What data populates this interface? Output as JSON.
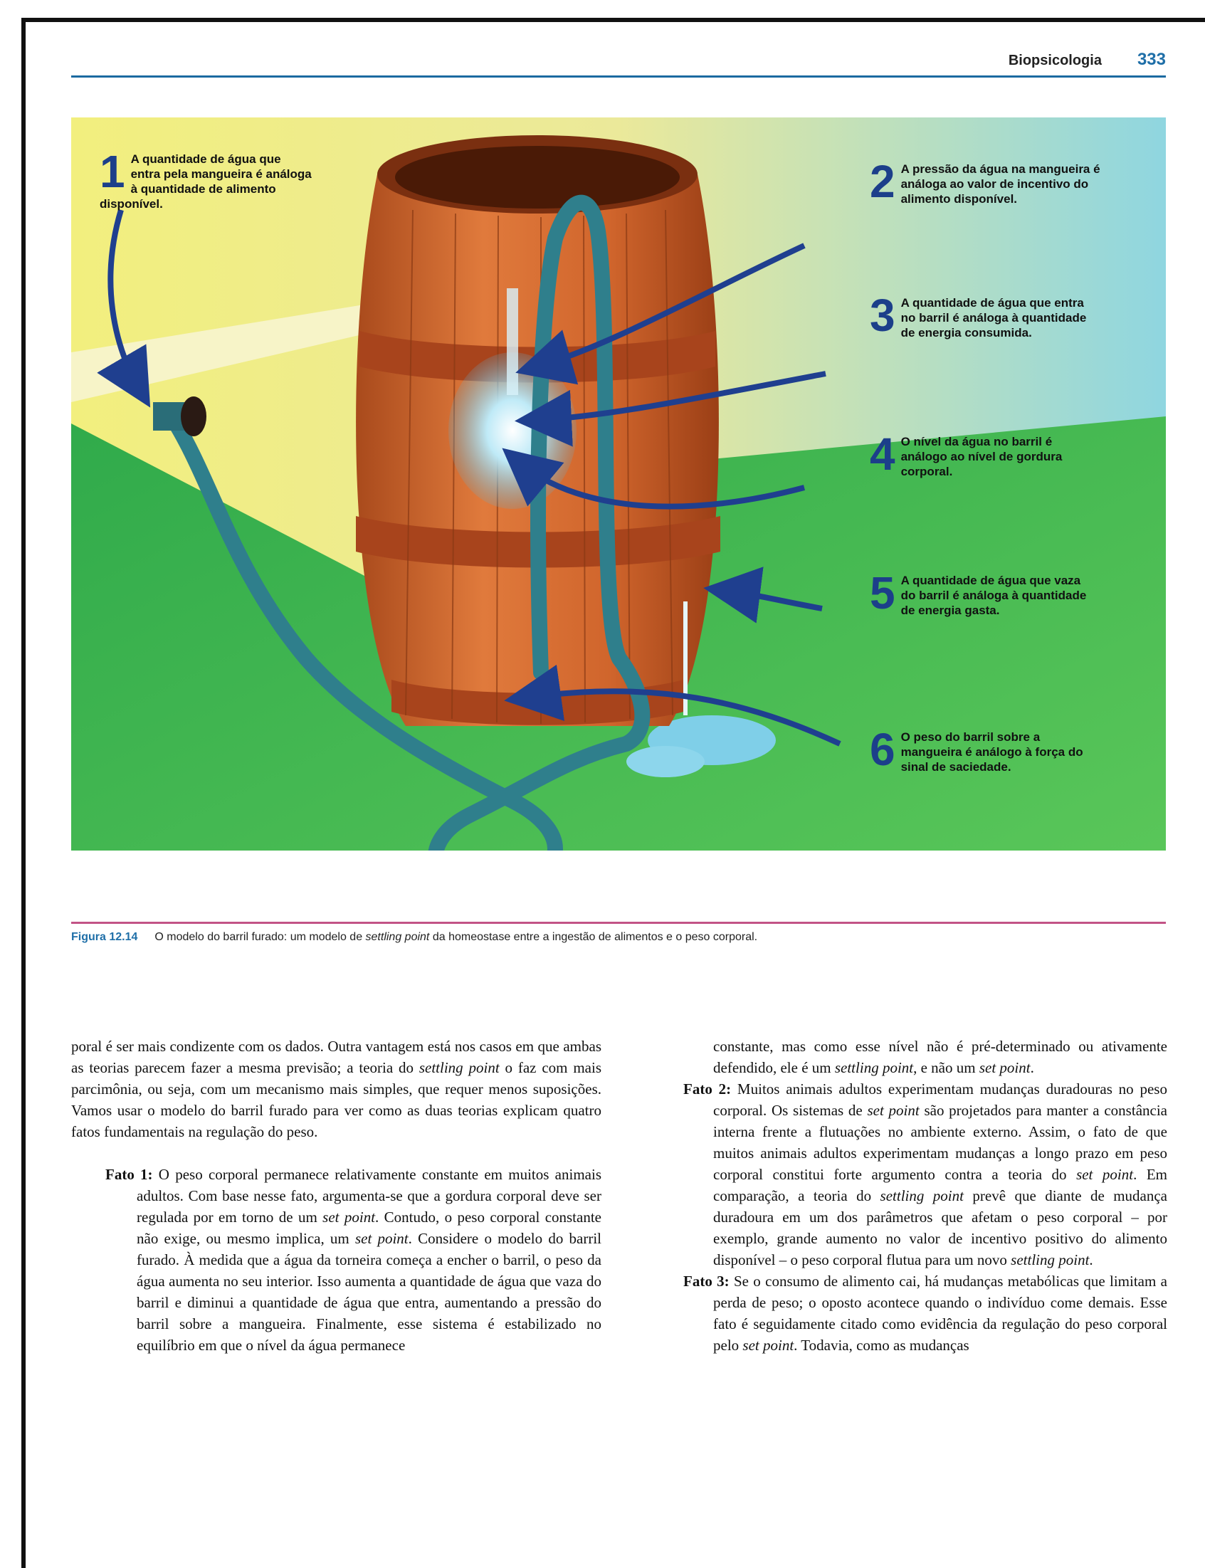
{
  "header": {
    "section": "Biopsicologia",
    "page_number": "333"
  },
  "figure": {
    "callouts": [
      {
        "number": "1",
        "text": "A quantidade de água que entra pela mangueira é análoga à quantidade de alimento disponível."
      },
      {
        "number": "2",
        "text": "A pressão da água na mangueira é análoga ao valor de incentivo do alimento disponível."
      },
      {
        "number": "3",
        "text": "A quantidade de água que entra no barril é análoga à quantidade de energia consumida."
      },
      {
        "number": "4",
        "text": "O nível da água no barril é análogo ao nível de gordura corporal."
      },
      {
        "number": "5",
        "text": "A quantidade de água que vaza do barril é análoga à quantidade de energia gasta."
      },
      {
        "number": "6",
        "text": "O peso do barril sobre a mangueira é análogo à força do sinal de saciedade."
      }
    ],
    "colors": {
      "barrel": "#c8602a",
      "hoop": "#a8441c",
      "hose": "#2f7f8c",
      "arrow": "#1f3f8f",
      "floor": "#35b74f",
      "wall": "#f1ef8a",
      "sky": "#7fd0e8"
    }
  },
  "caption": {
    "label": "Figura 12.14",
    "text_before": "O modelo do barril furado: um modelo de ",
    "italic": "settling point",
    "text_after": " da homeostase entre a ingestão de alimentos e o peso corporal."
  },
  "body": {
    "left_intro": [
      {
        "text": "poral é ser mais condizente com os dados. Outra vantagem está nos casos em que ambas as teorias parecem fazer a mesma previsão; a teoria do "
      },
      {
        "italic": "settling point"
      },
      {
        "text": " o faz com mais parcimônia, ou seja, com um mecanismo mais simples, que requer menos suposições. Vamos usar o modelo do barril furado para ver como as duas teorias explicam quatro fatos fundamentais na regulação do peso."
      }
    ],
    "fact1": {
      "label": "Fato 1:",
      "a": " O peso corporal permanece relativamente constante em muitos animais adultos. Com base nesse fato, argumenta-se que a gordura corporal deve ser regulada por em torno de um ",
      "i1": "set point",
      "b": ". Contudo, o peso corporal constante não exige, ou mesmo implica, um ",
      "i2": "set point",
      "c": ". Considere o modelo do barril furado. À medida que a água da torneira começa a encher o barril, o peso da água aumenta no seu interior. Isso aumenta a quantidade de água que vaza do barril e diminui a quantidade de água que entra, aumentando a pressão do barril sobre a mangueira. Finalmente, esse sistema é estabilizado no equilíbrio em que o nível da água permanece"
    },
    "right_intro": {
      "a": "constante, mas como esse nível não é pré-determinado ou ativamente defendido, ele é um ",
      "i1": "settling point",
      "b": ", e não um ",
      "i2": "set point",
      "c": "."
    },
    "fact2": {
      "label": "Fato 2:",
      "a": " Muitos animais adultos experimentam mudanças duradouras no peso corporal. Os sistemas de ",
      "i1": "set point",
      "b": " são projetados para manter a constância interna frente a flutuações no ambiente externo. Assim, o fato de que muitos animais adultos experimentam mudanças a longo prazo em peso corporal constitui forte argumento contra a teoria do ",
      "i2": "set point",
      "c": ". Em comparação, a teoria do ",
      "i3": "settling point",
      "d": " prevê que diante de mudança duradoura em um dos parâmetros que afetam o peso corporal – por exemplo, grande aumento no valor de incentivo positivo do alimento disponível – o peso corporal flutua para um novo ",
      "i4": "settling point",
      "e": "."
    },
    "fact3": {
      "label": "Fato 3:",
      "a": " Se o consumo de alimento cai, há mudanças metabólicas que limitam a perda de peso; o oposto acontece quando o indivíduo come demais. Esse fato é seguidamente citado como evidência da regulação do peso corporal pelo ",
      "i1": "set point",
      "b": ". Todavia, como as mudanças"
    }
  }
}
